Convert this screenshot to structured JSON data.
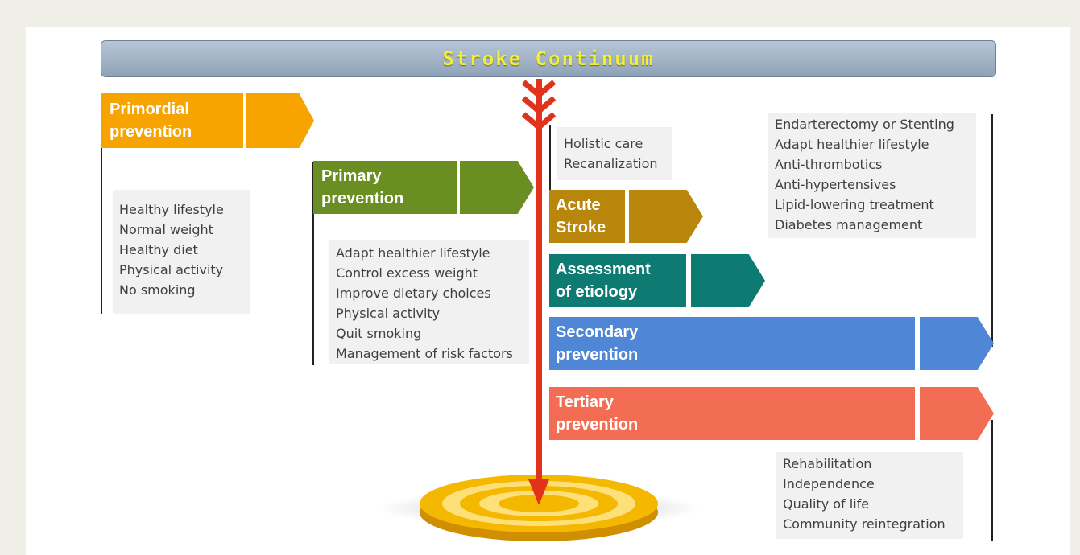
{
  "title": "Stroke Continuum",
  "stages": {
    "primordial": {
      "label_line1": "Primordial",
      "label_line2": "prevention",
      "color": "#f7a300"
    },
    "primary": {
      "label_line1": "Primary",
      "label_line2": "prevention",
      "color": "#6b8e23"
    },
    "acute": {
      "label_line1": "Acute",
      "label_line2": "Stroke",
      "color": "#b8860b"
    },
    "assessment": {
      "label_line1": "Assessment",
      "label_line2": "of etiology",
      "color": "#0e7b72"
    },
    "secondary": {
      "label_line1": "Secondary",
      "label_line2": "prevention",
      "color": "#4f86d6"
    },
    "tertiary": {
      "label_line1": "Tertiary",
      "label_line2": "prevention",
      "color": "#f36d55"
    }
  },
  "notes": {
    "primordial": [
      "Healthy lifestyle",
      "Normal weight",
      "Healthy diet",
      "Physical activity",
      "No smoking"
    ],
    "primary": [
      "Adapt healthier lifestyle",
      "Control excess weight",
      "Improve dietary choices",
      "Physical activity",
      "Quit smoking",
      "Management of risk factors"
    ],
    "acute": [
      "Holistic care",
      "Recanalization"
    ],
    "secondary": [
      "Endarterectomy or Stenting",
      "Adapt healthier lifestyle",
      "Anti-thrombotics",
      "Anti-hypertensives",
      "Lipid-lowering treatment",
      "Diabetes management"
    ],
    "tertiary": [
      "Rehabilitation",
      "Independence",
      "Quality of life",
      "Community reintegration"
    ]
  },
  "colors": {
    "arrow": "#e2321b",
    "target_gold": "#f5b800",
    "target_light": "#fde07a"
  }
}
